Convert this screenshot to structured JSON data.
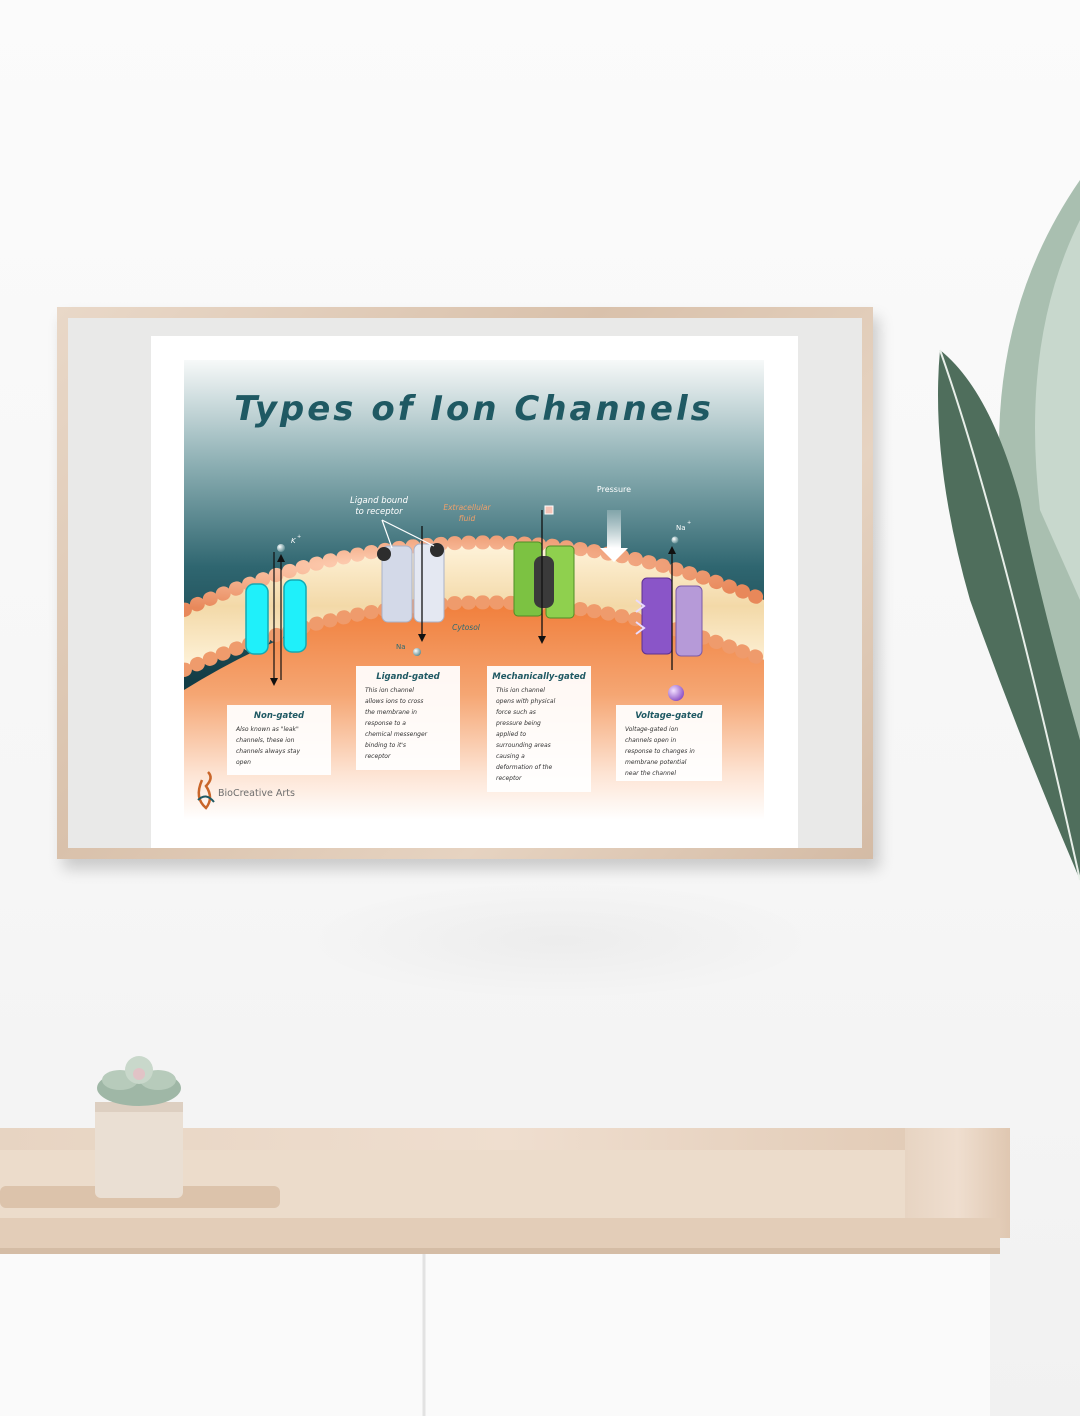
{
  "poster": {
    "title": "Types of Ion Channels",
    "labels": {
      "ligand_bound": [
        "Ligand bound",
        "to receptor"
      ],
      "extracellular": [
        "Extracellular",
        "fluid"
      ],
      "pressure": "Pressure",
      "cytosol": "Cytosol",
      "k_ion": "K",
      "na_ion_left": "Na",
      "na_ion_right": "Na",
      "plus": "+"
    },
    "boxes": [
      {
        "title": "Non-gated",
        "lines": [
          "Also known as \"leak\"",
          "channels, these ion",
          "channels always stay",
          "open"
        ]
      },
      {
        "title": "Ligand-gated",
        "lines": [
          "This ion channel",
          "allows ions to cross",
          "the membrane in",
          "response to a",
          "chemical messenger",
          "binding to it's",
          "receptor"
        ]
      },
      {
        "title": "Mechanically-gated",
        "lines": [
          "This ion channel",
          "opens with physical",
          "force such as",
          "pressure being",
          "applied to",
          "surrounding areas",
          "causing a",
          "deformation of the",
          "receptor"
        ]
      },
      {
        "title": "Voltage-gated",
        "lines": [
          "Voltage-gated ion",
          "channels open in",
          "response to changes in",
          "membrane potential",
          "near the channel"
        ]
      }
    ],
    "brand": "BioCreative Arts"
  },
  "colors": {
    "title": "#1f5963",
    "sky_top": "#f4f7f7",
    "sky_bottom": "#123c45",
    "cytosol": "#f2894a",
    "lipid_head": "#f2a37a",
    "nongated": "#1fe6f2",
    "ligand": "#cfd6e6",
    "mechanical": "#7cc242",
    "voltage": "#8a55c8"
  }
}
